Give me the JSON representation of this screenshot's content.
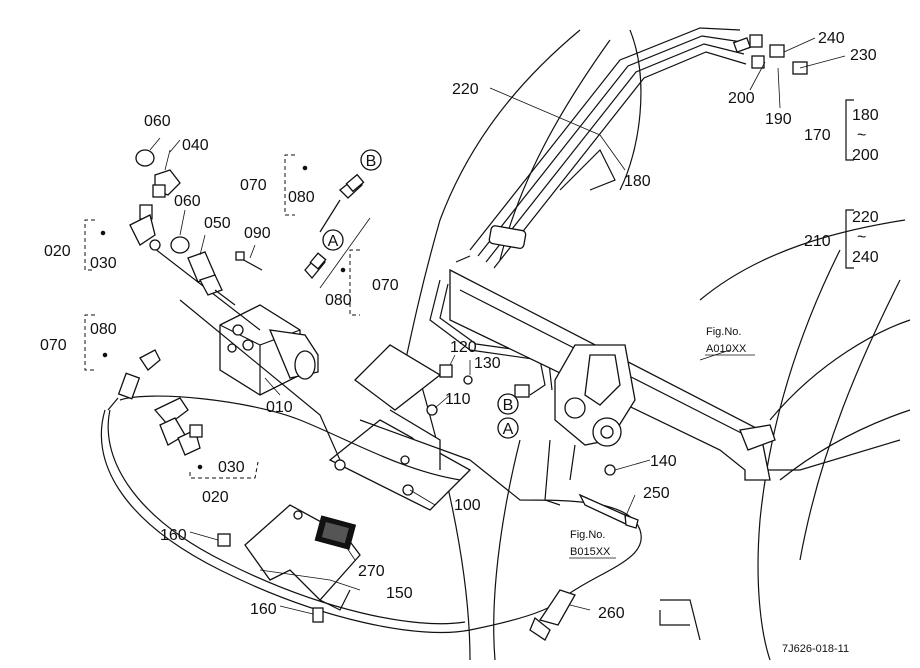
{
  "labels": {
    "p010": "010",
    "p020a": "020",
    "p020b": "020",
    "p030a": "030",
    "p030b": "030",
    "p040": "040",
    "p050": "050",
    "p060a": "060",
    "p060b": "060",
    "p070a": "070",
    "p070b": "070",
    "p070c": "070",
    "p080a": "080",
    "p080b": "080",
    "p080c": "080",
    "p090": "090",
    "p100": "100",
    "p110": "110",
    "p120": "120",
    "p130": "130",
    "p140": "140",
    "p150": "150",
    "p160a": "160",
    "p160b": "160",
    "p170": "170",
    "p180": "180",
    "p180r": "180",
    "p190": "190",
    "p200": "200",
    "p200r": "200",
    "p210": "210",
    "p220": "220",
    "p220r": "220",
    "p230": "230",
    "p240": "240",
    "p240r": "240",
    "p250": "250",
    "p260": "260",
    "p270": "270",
    "tilde1": "~",
    "tilde2": "~",
    "markA1": "A",
    "markA2": "A",
    "markB1": "B",
    "markB2": "B",
    "figA_title": "Fig.No.",
    "figA_num": "A010XX",
    "figB_title": "Fig.No.",
    "figB_num": "B015XX",
    "drawing_id": "7J626-018-11"
  }
}
